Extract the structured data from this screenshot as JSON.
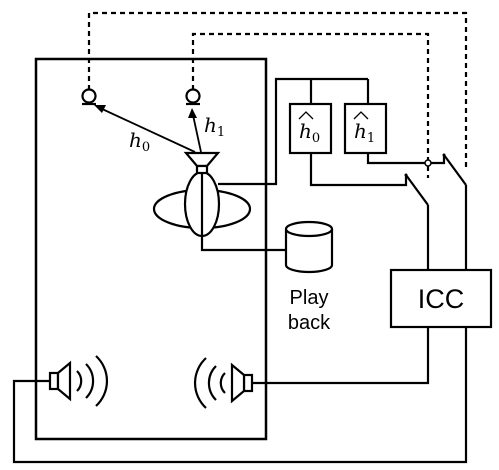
{
  "diagram": {
    "labels": {
      "h0": {
        "base": "h",
        "sub": "0"
      },
      "h1": {
        "base": "h",
        "sub": "1"
      },
      "h0_hat": {
        "base": "h",
        "sub": "0"
      },
      "h1_hat": {
        "base": "h",
        "sub": "1"
      },
      "playback_line1": "Play",
      "playback_line2": "back",
      "icc": "ICC"
    },
    "icons": [
      "microphone-icon",
      "microphone-icon",
      "talker-head-icon",
      "loudspeaker-icon",
      "database-cylinder-icon",
      "switch-icon"
    ]
  }
}
